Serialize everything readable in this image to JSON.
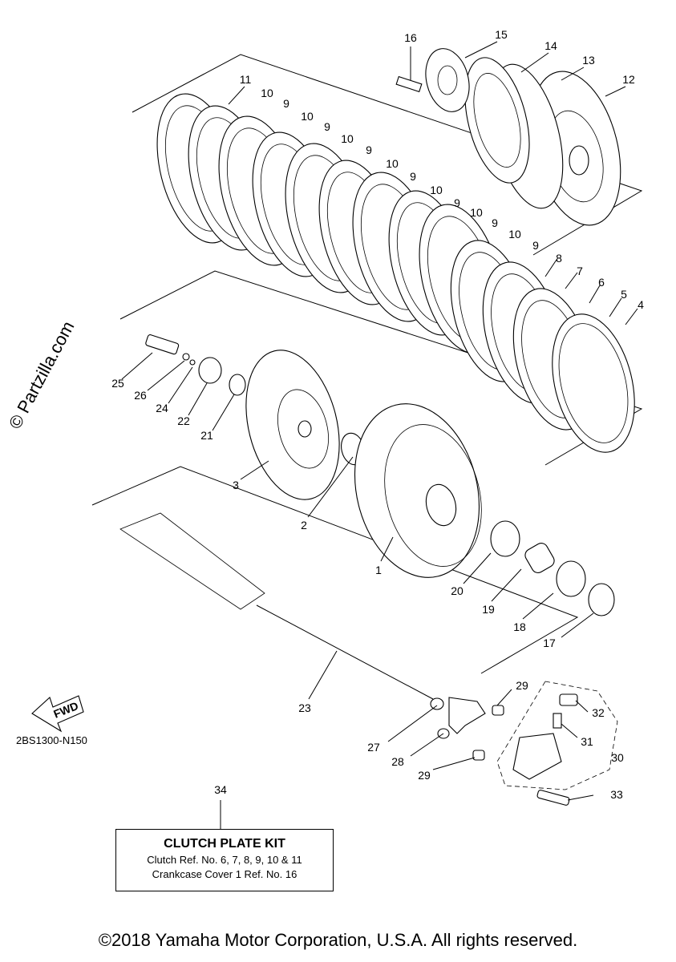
{
  "watermark": "© Partzilla.com",
  "diagram_code": "2BS1300-N150",
  "fwd_label": "FWD",
  "kit": {
    "ref_number": "34",
    "title": "CLUTCH PLATE KIT",
    "line1": "Clutch Ref. No. 6, 7, 8, 9, 10 & 11",
    "line2": "Crankcase Cover 1 Ref. No. 16"
  },
  "copyright": "©2018 Yamaha Motor Corporation, U.S.A. All rights reserved.",
  "callouts": [
    {
      "id": "c16",
      "label": "16"
    },
    {
      "id": "c15",
      "label": "15"
    },
    {
      "id": "c14",
      "label": "14"
    },
    {
      "id": "c13",
      "label": "13"
    },
    {
      "id": "c12",
      "label": "12"
    },
    {
      "id": "c11",
      "label": "11"
    },
    {
      "id": "c10a",
      "label": "10"
    },
    {
      "id": "c9a",
      "label": "9"
    },
    {
      "id": "c10b",
      "label": "10"
    },
    {
      "id": "c9b",
      "label": "9"
    },
    {
      "id": "c10c",
      "label": "10"
    },
    {
      "id": "c9c",
      "label": "9"
    },
    {
      "id": "c10d",
      "label": "10"
    },
    {
      "id": "c9d",
      "label": "9"
    },
    {
      "id": "c10e",
      "label": "10"
    },
    {
      "id": "c9e",
      "label": "9"
    },
    {
      "id": "c10f",
      "label": "10"
    },
    {
      "id": "c9f",
      "label": "9"
    },
    {
      "id": "c10g",
      "label": "10"
    },
    {
      "id": "c9g",
      "label": "9"
    },
    {
      "id": "c8",
      "label": "8"
    },
    {
      "id": "c7",
      "label": "7"
    },
    {
      "id": "c6",
      "label": "6"
    },
    {
      "id": "c5",
      "label": "5"
    },
    {
      "id": "c4",
      "label": "4"
    },
    {
      "id": "c25",
      "label": "25"
    },
    {
      "id": "c26",
      "label": "26"
    },
    {
      "id": "c24",
      "label": "24"
    },
    {
      "id": "c22",
      "label": "22"
    },
    {
      "id": "c21",
      "label": "21"
    },
    {
      "id": "c3",
      "label": "3"
    },
    {
      "id": "c2",
      "label": "2"
    },
    {
      "id": "c1",
      "label": "1"
    },
    {
      "id": "c20",
      "label": "20"
    },
    {
      "id": "c19",
      "label": "19"
    },
    {
      "id": "c18",
      "label": "18"
    },
    {
      "id": "c17",
      "label": "17"
    },
    {
      "id": "c23",
      "label": "23"
    },
    {
      "id": "c29a",
      "label": "29"
    },
    {
      "id": "c32",
      "label": "32"
    },
    {
      "id": "c31",
      "label": "31"
    },
    {
      "id": "c30",
      "label": "30"
    },
    {
      "id": "c27",
      "label": "27"
    },
    {
      "id": "c28",
      "label": "28"
    },
    {
      "id": "c29b",
      "label": "29"
    },
    {
      "id": "c33",
      "label": "33"
    }
  ]
}
